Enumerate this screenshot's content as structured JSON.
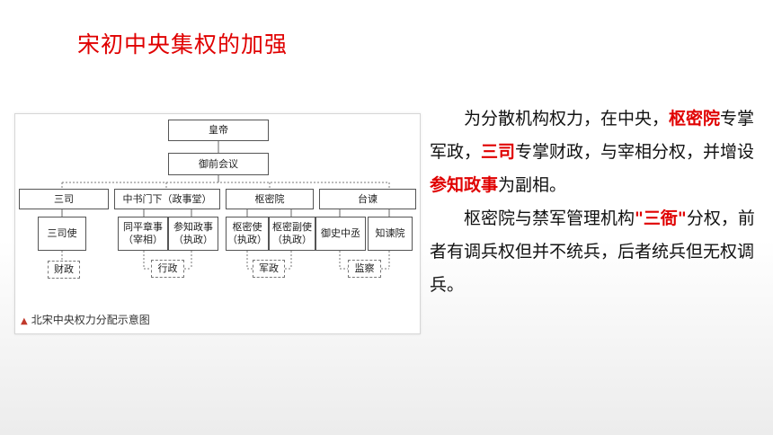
{
  "title": "宋初中央集权的加强",
  "diagram": {
    "top": "皇帝",
    "council": "御前会议",
    "branches": [
      "三司",
      "中书门下（政事堂）",
      "枢密院",
      "台谏"
    ],
    "offices": {
      "sansi_shi": "三司使",
      "tongping": [
        "同平章事",
        "（宰相）"
      ],
      "canzhi": [
        "参知政事",
        "（执政）"
      ],
      "shumi_shi": [
        "枢密使",
        "（执政）"
      ],
      "shumi_fushi": [
        "枢密副使",
        "（执政）"
      ],
      "yushi": "御史中丞",
      "zhijian": "知谏院"
    },
    "functions": [
      "财政",
      "行政",
      "军政",
      "监察"
    ],
    "caption": "北宋中央权力分配示意图"
  },
  "paragraph1": {
    "s1": "为分散机构权力，在中央，",
    "h1": "枢密院",
    "s2": "专掌军政，",
    "h2": "三司",
    "s3": "专掌财政，与宰相分权，并增设",
    "h3": "参知政事",
    "s4": "为副相。"
  },
  "paragraph2": {
    "s1": "枢密院与禁军管理机构",
    "h1": "\"三衙\"",
    "s2": "分权，前者有调兵权但并不统兵，后者统兵但无权调兵。"
  }
}
